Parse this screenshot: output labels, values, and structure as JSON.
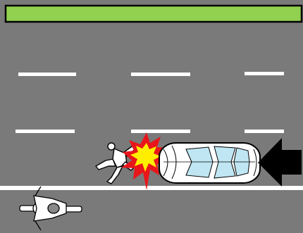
{
  "scene": {
    "colors": {
      "road": "#7a7a7a",
      "grass": "#92d050",
      "lane_marking": "#ffffff",
      "car_body": "#ffffff",
      "car_window": "#bfe6f2",
      "impact_outer": "#e8161b",
      "impact_inner": "#ffee00",
      "arrow": "#000000",
      "outline": "#000000"
    },
    "elements": [
      {
        "name": "grass-strip"
      },
      {
        "name": "road-surface"
      },
      {
        "name": "lane-dashes"
      },
      {
        "name": "road-edge-line"
      },
      {
        "name": "pedestrian-figure"
      },
      {
        "name": "impact-burst"
      },
      {
        "name": "car-top-view"
      },
      {
        "name": "direction-arrow"
      },
      {
        "name": "motorcycle-top-view"
      }
    ]
  }
}
